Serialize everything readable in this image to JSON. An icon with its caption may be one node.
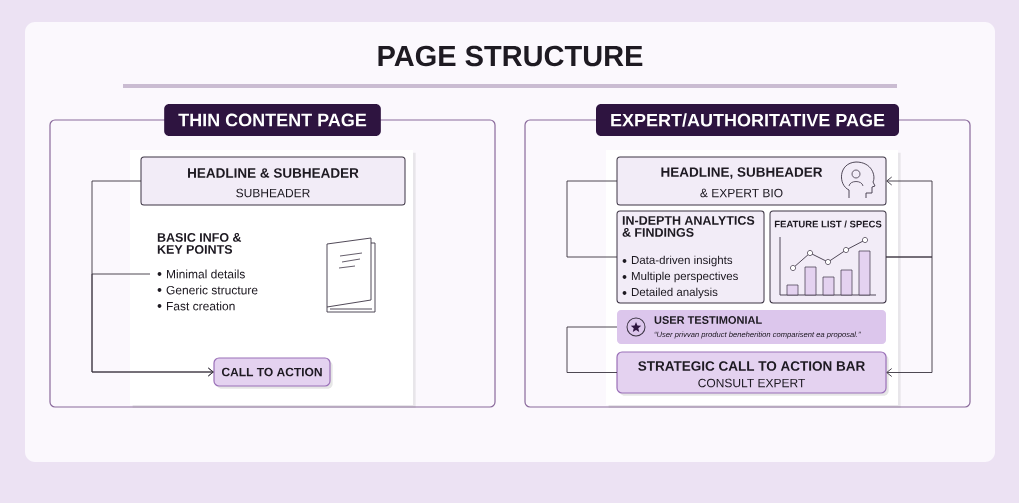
{
  "diagram": {
    "title": "PAGE STRUCTURE",
    "nodes": [
      {
        "text": [
          "THIN CONTENT PAGE"
        ]
      },
      {
        "text": [
          "HEADLINE & SUBHEADER",
          "SUBHEADER"
        ],
        "in": 0
      },
      {
        "text": [
          "BASIC INFO & KEY POINTS",
          "Minimal details",
          "Generic structure",
          "Fast creation"
        ],
        "in": 0
      },
      {
        "text": [
          "CALL TO ACTION"
        ],
        "in": 0
      },
      {
        "text": [
          "EXPERT/AUTHORITATIVE PAGE"
        ]
      },
      {
        "text": [
          "HEADLINE, SUBHEADER",
          "& EXPERT BIO"
        ],
        "in": 4
      },
      {
        "text": [
          "IN-DEPTH ANALYTICS & FINDINGS",
          "Data-driven insights",
          "Multiple perspectives",
          "Detailed analysis"
        ],
        "in": 4
      },
      {
        "text": [
          "FEATURE LIST / SPECS"
        ],
        "in": 4
      },
      {
        "text": [
          "USER TESTIMONIAL",
          "“User privvan product beneherition comparisent ea proposal.”"
        ],
        "in": 4
      },
      {
        "text": [
          "STRATEGIC CALL TO ACTION BAR",
          "CONSULT EXPERT"
        ],
        "in": 4
      }
    ],
    "edges": [
      {
        "from": 1,
        "to": 3,
        "arrow": "to"
      },
      {
        "from": 2,
        "to": 3,
        "arrow": "to"
      },
      {
        "from": 5,
        "to": 6,
        "arrow": "none"
      },
      {
        "from": 8,
        "to": 9,
        "arrow": "none"
      },
      {
        "from": 7,
        "to": 5,
        "arrow": "to"
      },
      {
        "from": 7,
        "to": 9,
        "arrow": "to"
      }
    ]
  }
}
